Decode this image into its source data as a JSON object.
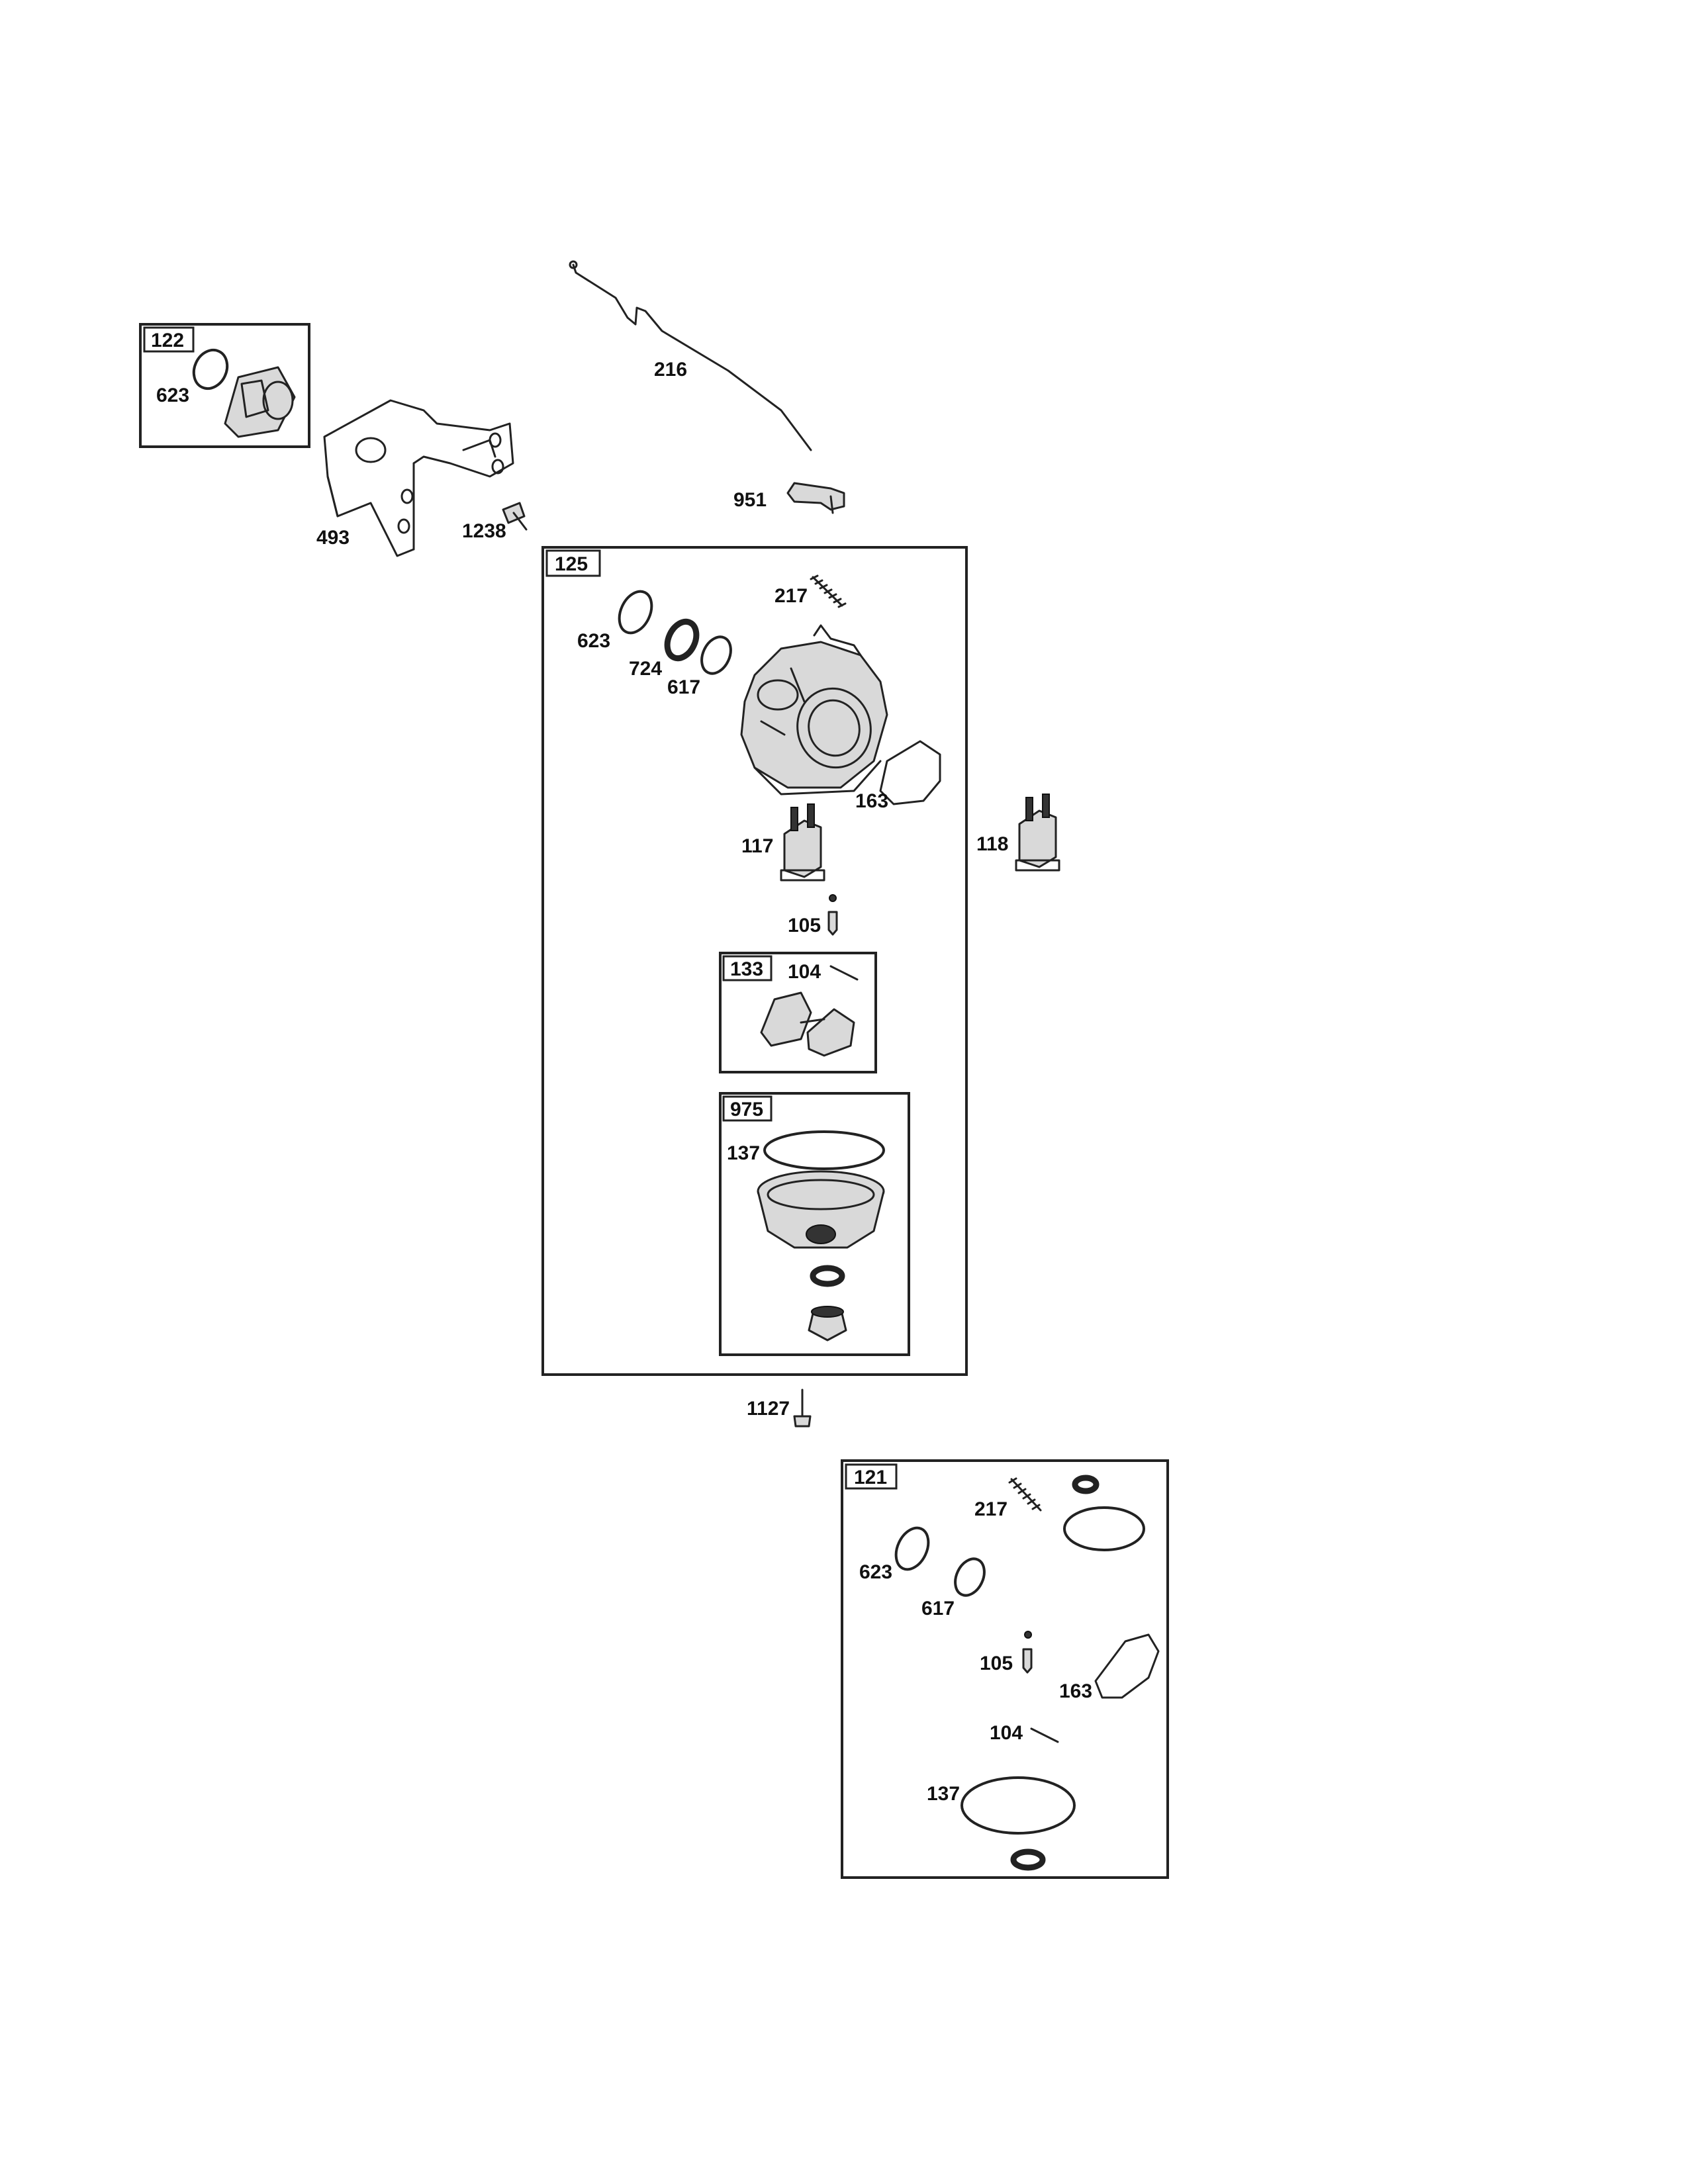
{
  "callouts": {
    "c216": "216",
    "c951": "951",
    "c493": "493",
    "c1238": "1238",
    "c623_top": "623",
    "c217": "217",
    "c623": "623",
    "c724": "724",
    "c617": "617",
    "c163": "163",
    "c117": "117",
    "c118": "118",
    "c105": "105",
    "c104": "104",
    "c137": "137",
    "c1127": "1127",
    "c217_kit": "217",
    "c623_kit": "623",
    "c617_kit": "617",
    "c105_kit": "105",
    "c163_kit": "163",
    "c104_kit": "104",
    "c137_kit": "137"
  },
  "boxes": {
    "b122": "122",
    "b125": "125",
    "b133": "133",
    "b975": "975",
    "b121": "121"
  }
}
